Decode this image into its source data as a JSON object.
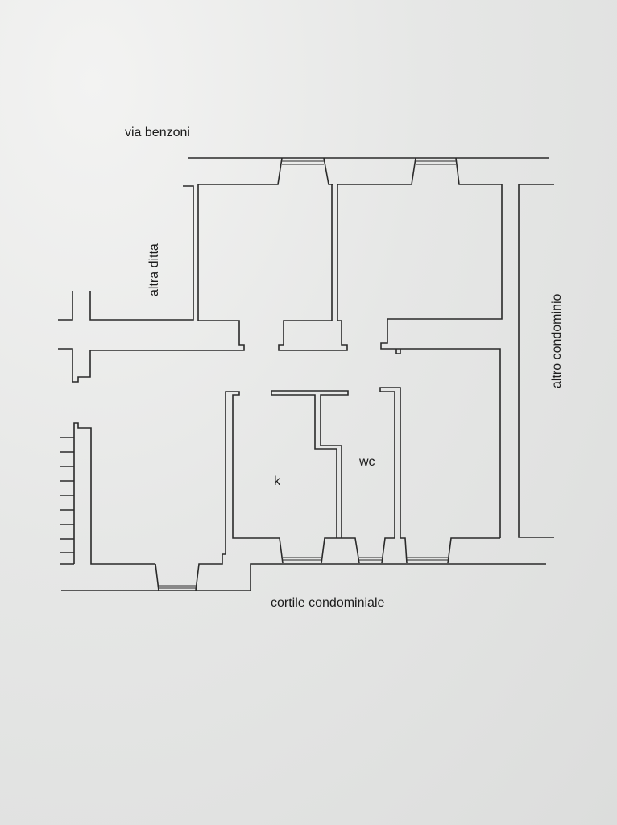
{
  "plan": {
    "labels": {
      "street": "via benzoni",
      "left_neighbor": "altra ditta",
      "right_neighbor": "altro condominio",
      "kitchen": "k",
      "bathroom": "wc",
      "courtyard": "cortile condominiale"
    }
  }
}
